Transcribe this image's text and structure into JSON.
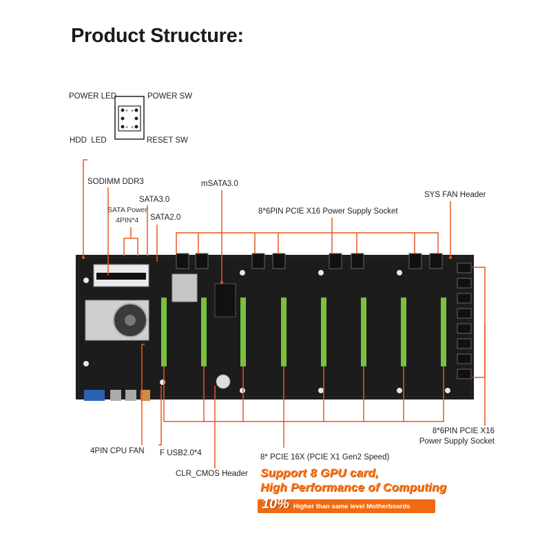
{
  "title": "Product Structure:",
  "front_panel": {
    "power_led": "POWER LED",
    "power_sw": "POWER SW",
    "hdd_led": "HDD  LED",
    "reset_sw": "RESET SW"
  },
  "labels": {
    "sodimm": "SODIMM DDR3",
    "sata30": "SATA3.0",
    "sata_power_line1": "SATA Power",
    "sata_power_line2": "4PIN*4",
    "sata20": "SATA2.0",
    "msata": "mSATA3.0",
    "pcie_power_top": "8*6PIN PCIE X16 Power Supply Socket",
    "sys_fan": "SYS FAN Header",
    "pcie_power_right_line1": "8*6PIN PCIE X16",
    "pcie_power_right_line2": "Power Supply Socket",
    "cpu_fan": "4PIN CPU FAN",
    "fusb": "F USB2.0*4",
    "pcie_slots": "8* PCIE 16X (PCIE X1 Gen2 Speed)",
    "clr_cmos": "CLR_CMOS Header"
  },
  "promo": {
    "line1": "Support 8 GPU card,",
    "line2": "High Performance of Computing",
    "percent": "10%",
    "sub": "Higher than same level Motherboards"
  },
  "colors": {
    "leader": "#e8561e",
    "board": "#1c1c1c",
    "slot": "#7ac142",
    "promo": "#f06a12"
  }
}
